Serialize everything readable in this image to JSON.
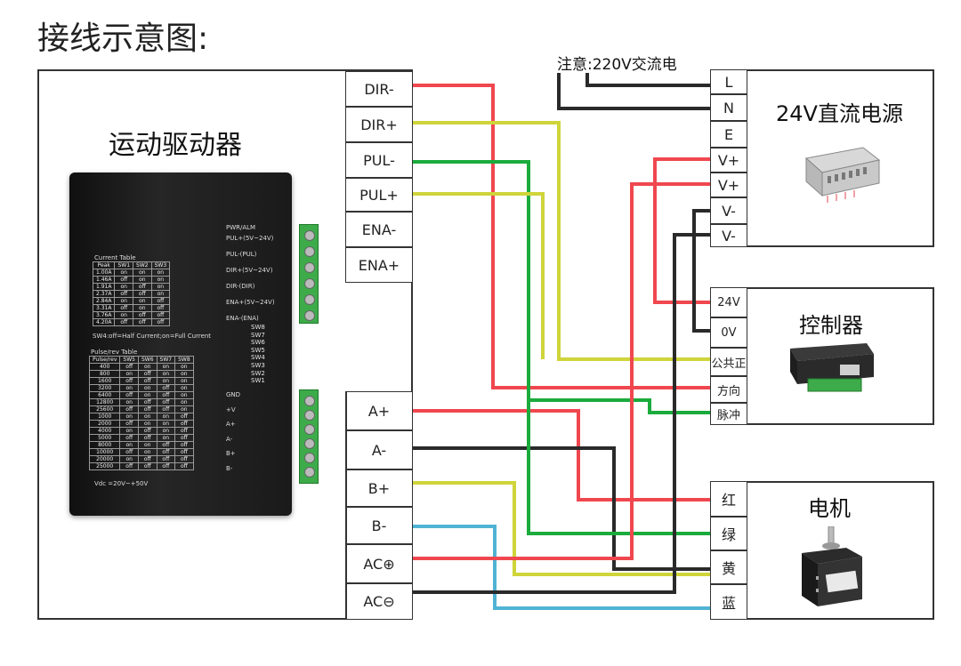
{
  "title": "接线示意图:",
  "note": "注意:220V交流电",
  "driver_panel": {
    "title": "运动驱动器",
    "terminals": [
      "DIR-",
      "DIR+",
      "PUL-",
      "PUL+",
      "ENA-",
      "ENA+",
      "A+",
      "A-",
      "B+",
      "B-",
      "AC⊕",
      "AC⊖"
    ],
    "device_labels": {
      "pwr": "PWR/ALM",
      "pins_top": [
        "PUL+(5V~24V)",
        "PUL-(PUL)",
        "DIR+(5V~24V)",
        "DIR-(DIR)",
        "ENA+(5V~24V)",
        "ENA-(ENA)"
      ],
      "sw": [
        "SW8",
        "SW7",
        "SW6",
        "SW5",
        "SW4",
        "SW3",
        "SW2",
        "SW1"
      ],
      "current_title": "Current Table",
      "current_table": [
        [
          "Peak",
          "SW1",
          "SW2",
          "SW3"
        ],
        [
          "1.00A",
          "on",
          "on",
          "on"
        ],
        [
          "1.46A",
          "off",
          "on",
          "on"
        ],
        [
          "1.91A",
          "on",
          "off",
          "on"
        ],
        [
          "2.37A",
          "off",
          "off",
          "on"
        ],
        [
          "2.84A",
          "on",
          "on",
          "off"
        ],
        [
          "3.31A",
          "off",
          "on",
          "off"
        ],
        [
          "3.76A",
          "on",
          "off",
          "off"
        ],
        [
          "4.20A",
          "off",
          "off",
          "off"
        ]
      ],
      "sw4_note": "SW4:off=Half Current;on=Full Current",
      "pulse_title": "Pulse/rev Table",
      "pulse_table": [
        [
          "Pulse/rev",
          "SW5",
          "SW6",
          "SW7",
          "SW8"
        ],
        [
          "400",
          "off",
          "on",
          "on",
          "on"
        ],
        [
          "800",
          "on",
          "off",
          "on",
          "on"
        ],
        [
          "1600",
          "off",
          "off",
          "on",
          "on"
        ],
        [
          "3200",
          "on",
          "on",
          "off",
          "on"
        ],
        [
          "6400",
          "off",
          "on",
          "off",
          "on"
        ],
        [
          "12800",
          "on",
          "off",
          "off",
          "on"
        ],
        [
          "25600",
          "off",
          "off",
          "off",
          "on"
        ],
        [
          "1000",
          "on",
          "on",
          "on",
          "off"
        ],
        [
          "2000",
          "off",
          "on",
          "on",
          "off"
        ],
        [
          "4000",
          "on",
          "off",
          "on",
          "off"
        ],
        [
          "5000",
          "off",
          "off",
          "on",
          "off"
        ],
        [
          "8000",
          "on",
          "on",
          "off",
          "off"
        ],
        [
          "10000",
          "off",
          "on",
          "off",
          "off"
        ],
        [
          "20000",
          "on",
          "off",
          "off",
          "off"
        ],
        [
          "25000",
          "off",
          "off",
          "off",
          "off"
        ]
      ],
      "pins_bottom": [
        "GND",
        "+V",
        "A+",
        "A-",
        "B+",
        "B-"
      ],
      "vdc": "Vdc =20V~+50V"
    }
  },
  "psu_panel": {
    "title": "24V直流电源",
    "terminals": [
      "L",
      "N",
      "E",
      "V+",
      "V+",
      "V-",
      "V-"
    ]
  },
  "controller_panel": {
    "title": "控制器",
    "terminals": [
      "24V",
      "0V",
      "公共正",
      "方向",
      "脉冲"
    ]
  },
  "motor_panel": {
    "title": "电机",
    "terminals": [
      "红",
      "绿",
      "黄",
      "蓝"
    ]
  },
  "wire_colors": {
    "red": "#f0474f",
    "yellow": "#cfd43a",
    "green": "#1aab3c",
    "black": "#2a2a2a",
    "blue": "#4fb3d4"
  }
}
